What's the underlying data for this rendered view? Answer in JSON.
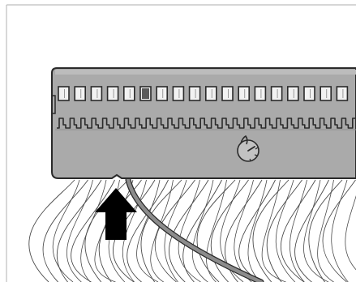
{
  "figure": {
    "subject": "ribbon-cable-connector",
    "slot_count": 18,
    "highlighted_slot": 6,
    "arrow_direction": "up",
    "colors": {
      "background": "#ffffff",
      "frame_line": "#bdbdbd",
      "connector_body": "#aaaaaa",
      "connector_outline": "#2a2a2a",
      "slot_fill": "#f2f2f2",
      "highlighted_slot_fill": "#5a5a5a",
      "arrow": "#000000",
      "wire": "#4a4a4a",
      "highlighted_wire": "#8c8c8c"
    }
  }
}
